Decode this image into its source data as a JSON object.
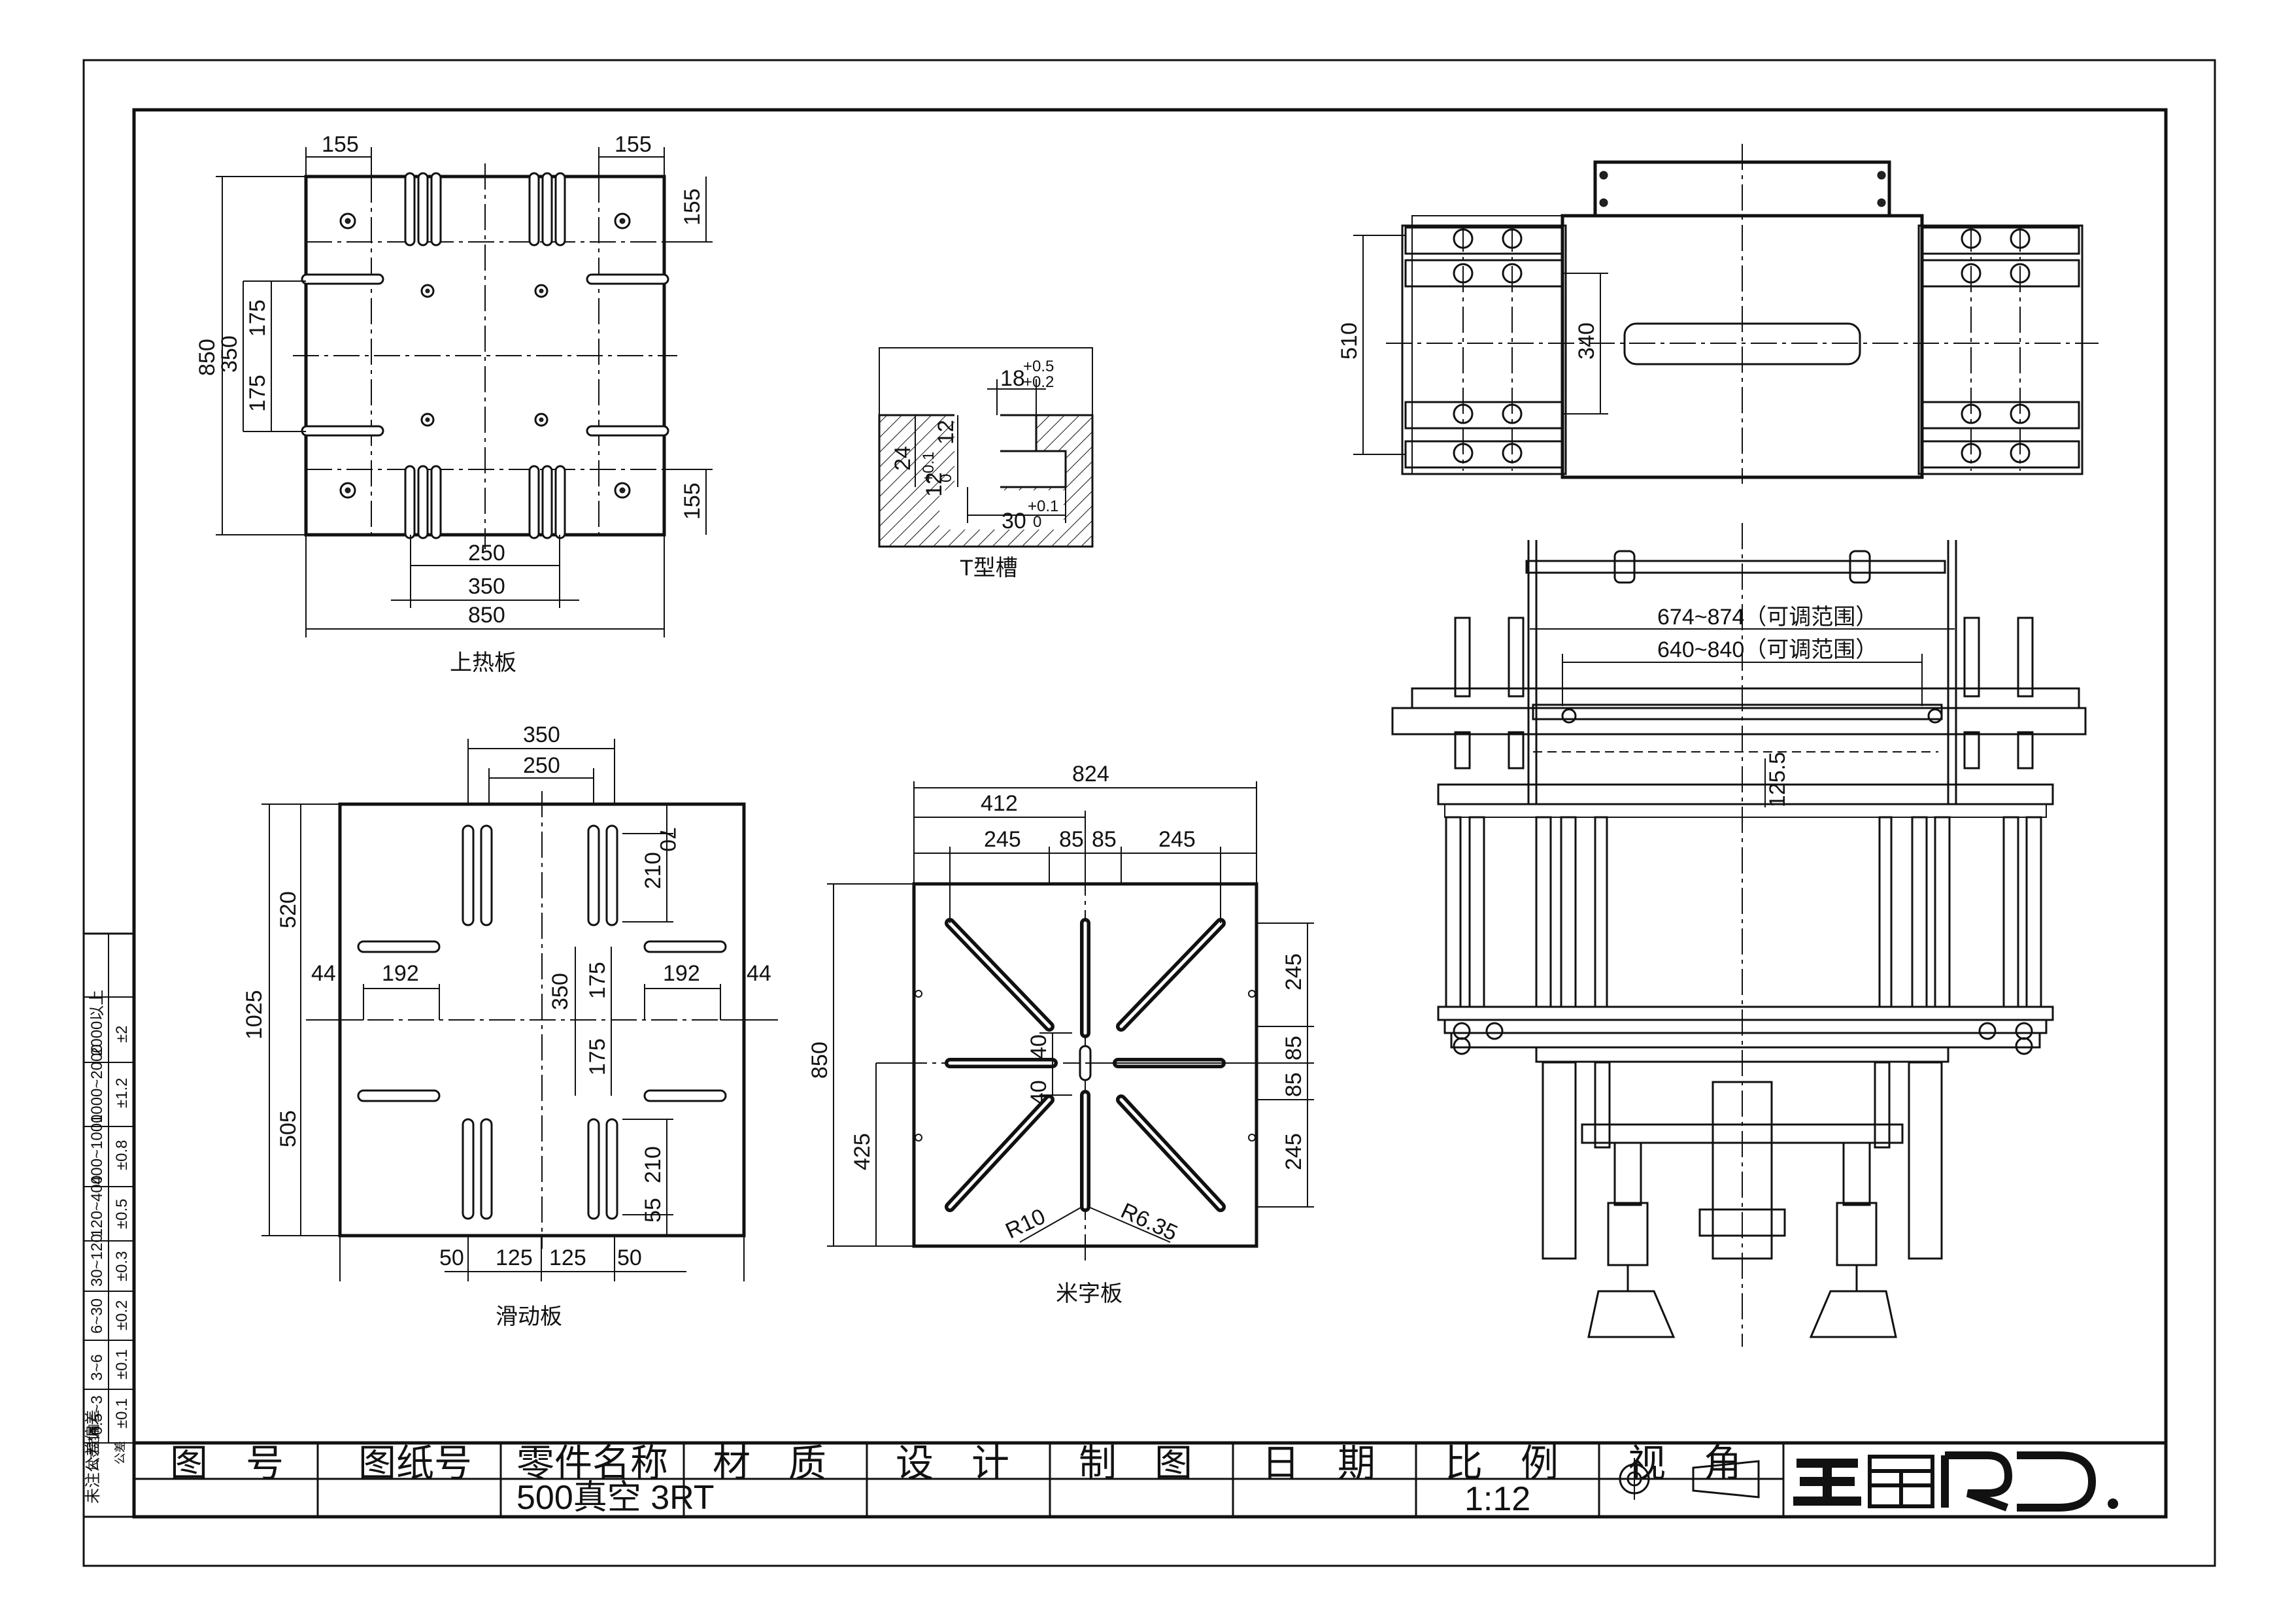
{
  "views": {
    "upper_plate": {
      "title": "上热板",
      "dims": {
        "top_left": "155",
        "top_right": "155",
        "left_total": "850",
        "left_inner": "350",
        "left_upper": "175",
        "left_lower": "175",
        "right_top": "155",
        "right_bottom": "155",
        "bottom_inner": "250",
        "bottom_mid": "350",
        "bottom_total": "850"
      }
    },
    "t_slot": {
      "title": "T型槽",
      "dims": {
        "top": "18",
        "top_tol_upper": "+0.5",
        "top_tol_lower": "+0.2",
        "depth": "24",
        "neck": "12",
        "head": "12",
        "head_tol_upper": "+0.1",
        "head_tol_lower": "0",
        "bottom": "30",
        "bottom_tol_upper": "+0.1",
        "bottom_tol_lower": "0"
      }
    },
    "slide_plate": {
      "title": "滑动板",
      "dims": {
        "top_outer": "350",
        "top_inner": "250",
        "left_total": "1025",
        "left_upper": "520",
        "left_lower": "505",
        "right_top": "70",
        "right_upper_slot": "210",
        "center_350": "350",
        "center_175_upper": "175",
        "center_175_lower": "175",
        "right_lower_slot": "210",
        "right_bottom": "55",
        "left_edge": "44",
        "left_slot": "192",
        "right_slot": "192",
        "right_edge": "44",
        "bottom_1": "50",
        "bottom_2": "125",
        "bottom_3": "125",
        "bottom_4": "50"
      }
    },
    "star_plate": {
      "title": "米字板",
      "dims": {
        "total_width": "824",
        "half_width": "412",
        "seg_1": "245",
        "seg_2": "85",
        "seg_3": "85",
        "seg_4": "245",
        "left_total": "850",
        "left_half": "425",
        "right_1": "245",
        "right_2": "85",
        "right_3": "85",
        "right_4": "245",
        "inner_upper": "40",
        "inner_lower": "40",
        "radius_1": "R10",
        "radius_2": "R6.35"
      }
    },
    "top_view": {
      "dims": {
        "left": "510",
        "inner": "340"
      }
    },
    "front_view": {
      "dims": {
        "range_outer": "674~874（可调范围）",
        "range_inner": "640~840（可调范围）",
        "offset": "125.5"
      }
    }
  },
  "tolerance_table": {
    "header_range": "尺寸范围",
    "header_tol": "公差",
    "side_label": "未注公差偏差",
    "rows": [
      {
        "range": "0.5~3",
        "tol": "±0.1"
      },
      {
        "range": "3~6",
        "tol": "±0.1"
      },
      {
        "range": "6~30",
        "tol": "±0.2"
      },
      {
        "range": "30~120",
        "tol": "±0.3"
      },
      {
        "range": "120~400",
        "tol": "±0.5"
      },
      {
        "range": "400~1000",
        "tol": "±0.8"
      },
      {
        "range": "1000~2000",
        "tol": "±1.2"
      },
      {
        "range": "2000以上",
        "tol": "±2"
      }
    ]
  },
  "title_block": {
    "headers": [
      "图　号",
      "图纸号",
      "零件名称",
      "材　质",
      "设　计",
      "制　图",
      "日　期",
      "比　例",
      "视　角"
    ],
    "values": [
      "",
      "",
      "500真空 3RT",
      "",
      "",
      "",
      "",
      "1:12",
      ""
    ],
    "logo": "王鼎RD"
  }
}
